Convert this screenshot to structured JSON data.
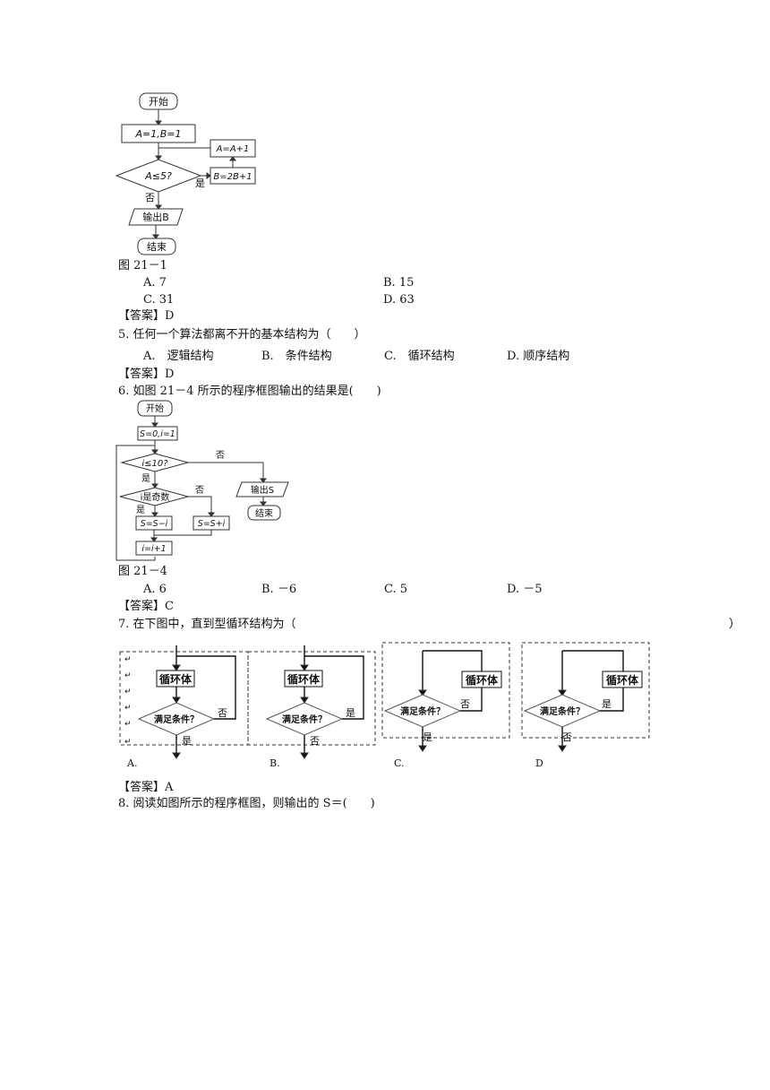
{
  "fig21_1": {
    "start": "开始",
    "init": "A=1,B=1",
    "cond": "A≤5?",
    "yes": "是",
    "no": "否",
    "b_step": "B=2B+1",
    "a_step": "A=A+1",
    "output": "输出B",
    "end": "结束",
    "caption": "图 21－1"
  },
  "q4_options": [
    "A. 7",
    "B. 15",
    "C. 31",
    "D. 63"
  ],
  "q4_answer": "【答案】D",
  "q5": {
    "question": "5. 任何一个算法都离不开的基本结构为（　　）",
    "options": [
      "A.　逻辑结构",
      "B.　条件结构",
      "C.　循环结构",
      "D. 顺序结构"
    ],
    "answer": "【答案】D"
  },
  "q6": {
    "question": "6. 如图 21－4 所示的程序框图输出的结果是(　　)",
    "options": [
      "A. 6",
      "B. －6",
      "C. 5",
      "D. －5"
    ],
    "answer": "【答案】C"
  },
  "fig21_4": {
    "start": "开始",
    "init": "S=0,i=1",
    "cond": "i≤10?",
    "no": "否",
    "yes": "是",
    "odd": "i是奇数",
    "odd_no": "否",
    "odd_yes": "是",
    "sub": "S=S−i",
    "add": "S=S+i",
    "inc": "i=i+1",
    "output": "输出S",
    "end": "结束",
    "caption": "图 21－4"
  },
  "q7": {
    "question": "7. 在下图中，直到型循环结构为（",
    "paren_close": "）",
    "answer": "【答案】A",
    "loop_body": "循环体",
    "condition": "满足条件？",
    "diagrams": [
      {
        "label": "A.",
        "exit": "是",
        "loop": "否"
      },
      {
        "label": "B.",
        "exit": "否",
        "loop": "是"
      },
      {
        "label": "C.",
        "exit": "是",
        "loop": "否"
      },
      {
        "label": "D",
        "exit": "否",
        "loop": "是"
      }
    ]
  },
  "q8": {
    "question": "8. 阅读如图所示的程序框图，则输出的 S＝(　　)"
  }
}
